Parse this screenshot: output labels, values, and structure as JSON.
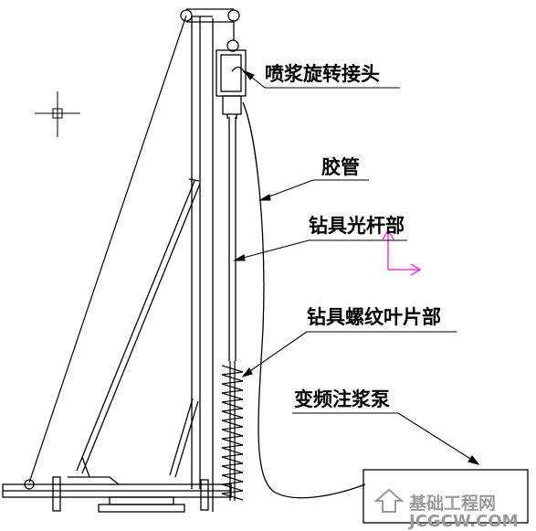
{
  "labels": {
    "swivel_joint": "喷浆旋转接头",
    "hose": "胶管",
    "smooth_rod": "钻具光杆部",
    "auger_blade": "钻具螺纹叶片部",
    "vfd_pump": "变频注浆泵"
  },
  "watermark": {
    "name": "基础工程网",
    "url": "JCGCW.COM"
  },
  "colors": {
    "line": "#000000",
    "ucs_icon": "#ff00ff",
    "watermark": "#9a9a9a"
  }
}
